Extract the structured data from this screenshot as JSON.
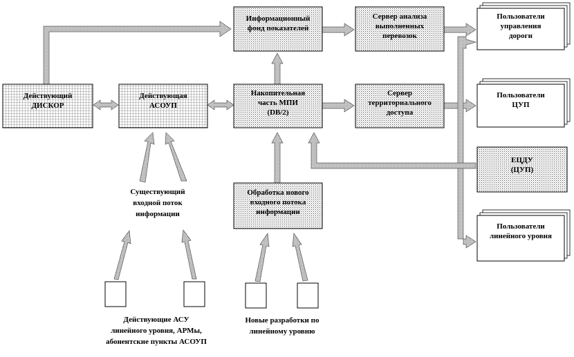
{
  "diagram": {
    "nodes": {
      "dikor": {
        "lines": [
          "Действующий",
          "ДИСКОР"
        ]
      },
      "asoup": {
        "lines": [
          "Действующая",
          "АСОУП"
        ]
      },
      "info_fund": {
        "lines": [
          "Информационный",
          "фонд показателей"
        ]
      },
      "analysis_server": {
        "lines": [
          "Сервер анализа",
          "выполненных",
          "перевозок"
        ]
      },
      "storage": {
        "lines": [
          "Накопительная",
          "часть МПИ",
          "(DB/2)"
        ]
      },
      "territorial_server": {
        "lines": [
          "Сервер",
          "территориального",
          "доступа"
        ]
      },
      "new_flow": {
        "lines": [
          "Обработка нового",
          "входного потока",
          "информации"
        ]
      },
      "users_mgmt": {
        "lines": [
          "Пользователи",
          "управления",
          "дороги"
        ]
      },
      "users_cup": {
        "lines": [
          "Пользователи",
          "ЦУП"
        ]
      },
      "ecdu": {
        "lines": [
          "ЕЦДУ",
          "(ЦУП)"
        ]
      },
      "users_linear": {
        "lines": [
          "Пользователи",
          "линейного уровня"
        ]
      }
    },
    "captions": {
      "existing_flow": [
        "Существующий",
        "входной поток",
        "информации"
      ],
      "existing_systems": [
        "Действующие АСУ",
        "линейного уровня, АРМы,",
        "абонентские пункты АСОУП"
      ],
      "new_developments": [
        "Новые разработки по",
        "линейному уровню"
      ]
    }
  }
}
